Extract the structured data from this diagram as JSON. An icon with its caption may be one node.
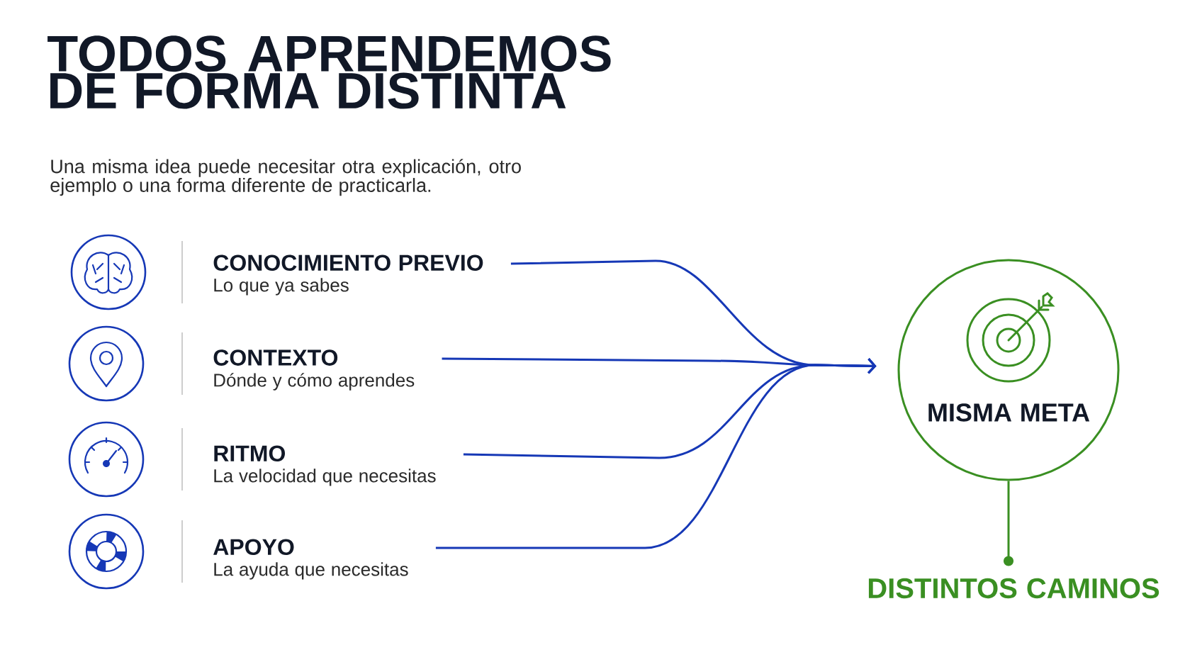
{
  "diagram": {
    "title": "TODOS APRENDEMOS DE FORMA DISTINTA",
    "nodes": [
      {
        "text": [
          "CONOCIMIENTO PREVIO",
          "Lo que ya sabes"
        ]
      },
      {
        "text": [
          "CONTEXTO",
          "Dónde y cómo aprendes"
        ]
      },
      {
        "text": [
          "RITMO",
          "La velocidad que necesitas"
        ]
      },
      {
        "text": [
          "APOYO",
          "La ayuda que necesitas"
        ]
      },
      {
        "text": [
          "MISMA META"
        ]
      },
      {
        "text": [
          "DISTINTOS CAMINOS"
        ]
      }
    ],
    "edges": [
      {
        "from": 0,
        "to": 4,
        "arrow": "to"
      },
      {
        "from": 1,
        "to": 4,
        "arrow": "to"
      },
      {
        "from": 2,
        "to": 4,
        "arrow": "to"
      },
      {
        "from": 3,
        "to": 4,
        "arrow": "to"
      },
      {
        "from": 4,
        "to": 5,
        "arrow": "other",
        "color": "#3a8f22"
      }
    ],
    "labels": [
      "Una misma idea puede necesitar otra explicación, otro ejemplo o una forma diferente de practicarla."
    ]
  }
}
